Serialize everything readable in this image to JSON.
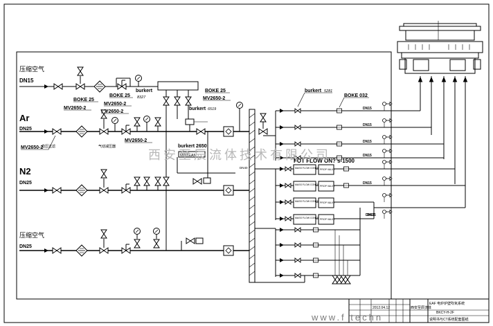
{
  "inlets": {
    "air_top": {
      "name": "压缩空气",
      "size": "DN15"
    },
    "ar": {
      "name": "Ar",
      "size": "DN25"
    },
    "n2": {
      "name": "N2",
      "size": "DN25"
    },
    "air_bottom": {
      "name": "压缩空气",
      "size": "DN25"
    }
  },
  "components": {
    "boke25_a": "BOKE 25",
    "boke25_b": "BOKE 25",
    "boke25_c": "BOKE 25",
    "mv2650_a": "MV2650-2",
    "mv2650_b": "MV2650-2",
    "mv2650_c": "MV2650-2",
    "mv2650_d": "MV2650-2",
    "mv2650_e": "MV2650-2",
    "burkert_top": "burkert",
    "burkert_top_code": "8327",
    "burkert_mid": "burkert",
    "burkert_mid_code": "6519",
    "burkert_right": "burkert",
    "burkert_right_code": "5281",
    "burkert_2650": "burkert 2650",
    "burkert_2650_sub": "MOTEAN",
    "boke032": "BOKE 032",
    "filter_label": "稳压过滤",
    "regulator_label": "气动减压器",
    "manifold_label": "DN40",
    "fot_flow": "FOT FLOW ON? s-1500"
  },
  "branches": {
    "upper_sizes": [
      "DN15",
      "DN15",
      "DN15",
      "DN15"
    ],
    "mid_size_a": "DN15",
    "mid_size_b": "DN15",
    "lower_size": "DN15",
    "mfc_label": "MASS FLOW CONTROLLER",
    "mfc_valve": "PROP VALVE"
  },
  "title_block": {
    "date": "2012.04.12",
    "company_short": "西安至辰流体",
    "system_title": "EAF 电炉炉壁吹氧系统",
    "drawing_no": "BKCY-H-2F",
    "note": "说明书与CT系统配套图纸"
  },
  "watermark": "西安至辰流体技术有限公司",
  "website": "www.f   techn"
}
